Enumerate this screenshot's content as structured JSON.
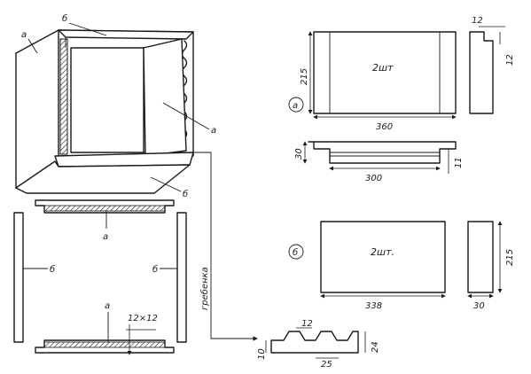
{
  "labels": {
    "a": "а",
    "b": "б",
    "combs_caption": "гребенка",
    "section_a": "а",
    "section_b": "б",
    "qty": "2шт",
    "qty_b": "2шт."
  },
  "dims": {
    "a_height": "215",
    "a_length": "360",
    "a_notch_w": "12",
    "a_notch_h": "12",
    "a_top_h": "30",
    "a_inner": "300",
    "a_step": "11",
    "b_length": "338",
    "b_height": "215",
    "b_depth": "30",
    "groove": "12×12",
    "comb_tooth": "12",
    "comb_base": "10",
    "comb_total": "24",
    "comb_pitch": "25"
  }
}
